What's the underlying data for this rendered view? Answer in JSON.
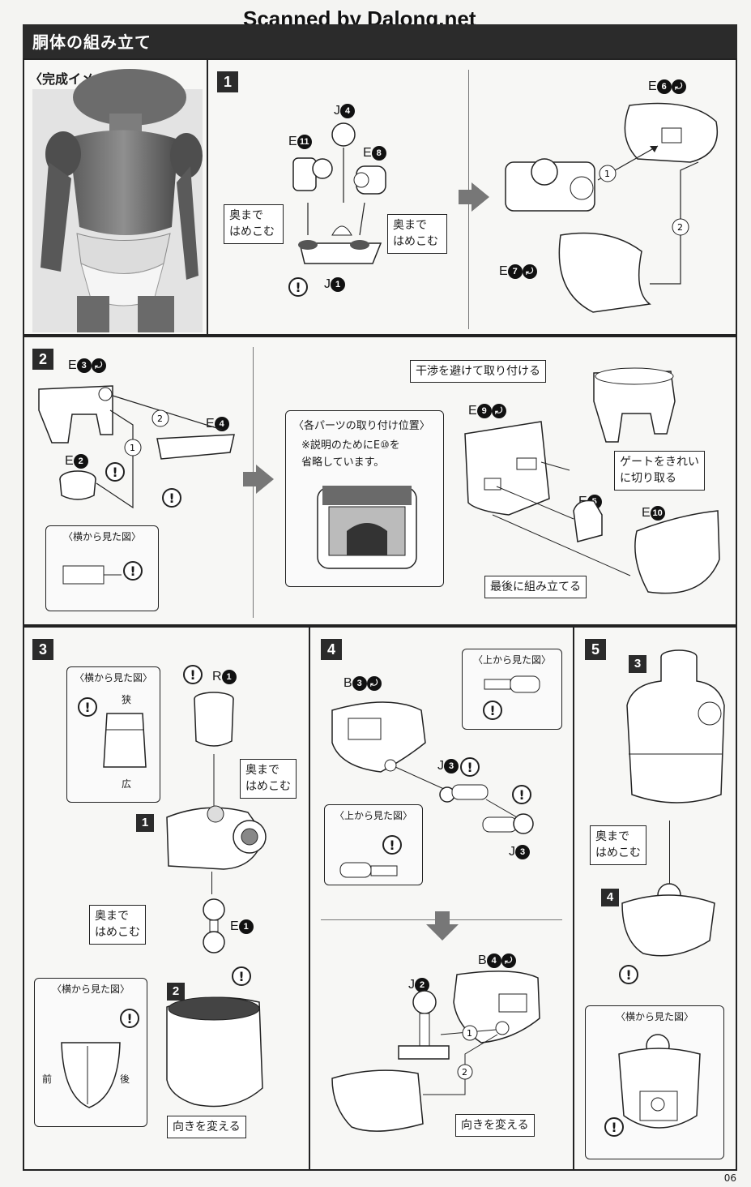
{
  "watermark": "Scanned by Dalong.net",
  "header": {
    "title": "胴体の組み立て"
  },
  "completion": {
    "title": "〈完成イメージ〉"
  },
  "step1": {
    "num": "1",
    "parts": {
      "j4": "J",
      "j4n": "4",
      "e11": "E",
      "e11n": "11",
      "e8": "E",
      "e8n": "8",
      "j1": "J",
      "j1n": "1",
      "e6": "E",
      "e6n": "6",
      "e7": "E",
      "e7n": "7"
    },
    "bubble_left": "奥まで\nはめこむ",
    "bubble_right": "奥まで\nはめこむ",
    "order1": "1",
    "order2": "2"
  },
  "step2": {
    "num": "2",
    "parts": {
      "e3": "E",
      "e3n": "3",
      "e4": "E",
      "e4n": "4",
      "e2": "E",
      "e2n": "2",
      "e9": "E",
      "e9n": "9",
      "e5": "E",
      "e5n": "5",
      "e10": "E",
      "e10n": "10"
    },
    "side_view": "〈横から見た図〉",
    "positions_title": "〈各パーツの取り付け位置〉",
    "positions_note": "※説明のためにE⑩を\n省略しています。",
    "bubble_avoid": "干渉を避けて取り付ける",
    "bubble_gate": "ゲートをきれい\nに切り取る",
    "bubble_last": "最後に組み立てる",
    "order1": "1",
    "order2": "2"
  },
  "step3": {
    "num": "3",
    "side_view": "〈横から見た図〉",
    "narrow": "狭",
    "wide": "広",
    "front": "前",
    "back": "後",
    "parts": {
      "r1": "R",
      "r1n": "1",
      "e1": "E",
      "e1n": "1"
    },
    "sub1": "1",
    "sub2": "2",
    "bubble_push_top": "奥まで\nはめこむ",
    "bubble_push_mid": "奥まで\nはめこむ",
    "bubble_turn": "向きを変える"
  },
  "step4": {
    "num": "4",
    "top_view": "〈上から見た図〉",
    "top_view2": "〈上から見た図〉",
    "parts": {
      "b3": "B",
      "b3n": "3",
      "j3a": "J",
      "j3an": "3",
      "j3b": "J",
      "j3bn": "3",
      "b4": "B",
      "b4n": "4",
      "j2": "J",
      "j2n": "2"
    },
    "bubble_turn": "向きを変える",
    "order1": "1",
    "order2": "2"
  },
  "step5": {
    "num": "5",
    "sub3": "3",
    "sub4": "4",
    "bubble_push": "奥まで\nはめこむ",
    "side_view": "〈横から見た図〉"
  },
  "page_number": "06"
}
